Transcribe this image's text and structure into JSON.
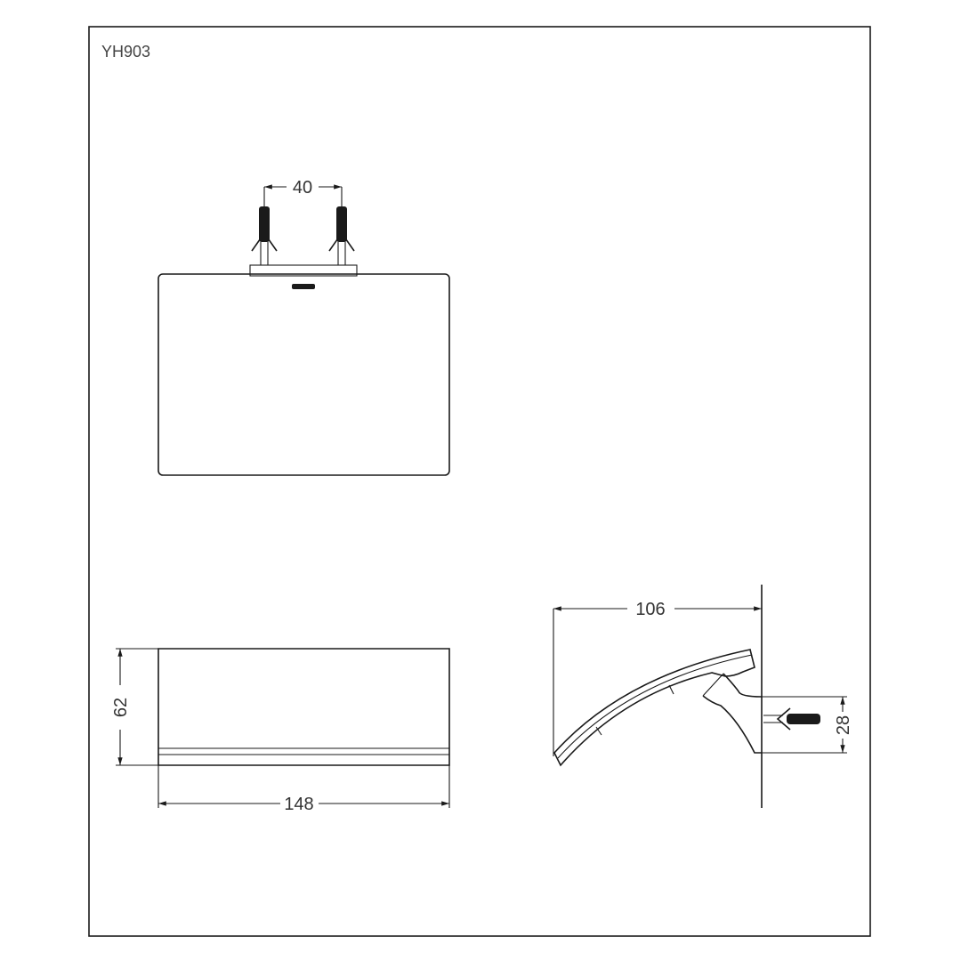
{
  "title": "YH903",
  "dimensions": {
    "anchor_spacing": "40",
    "height": "62",
    "width": "148",
    "depth": "106",
    "mount_height": "28"
  }
}
